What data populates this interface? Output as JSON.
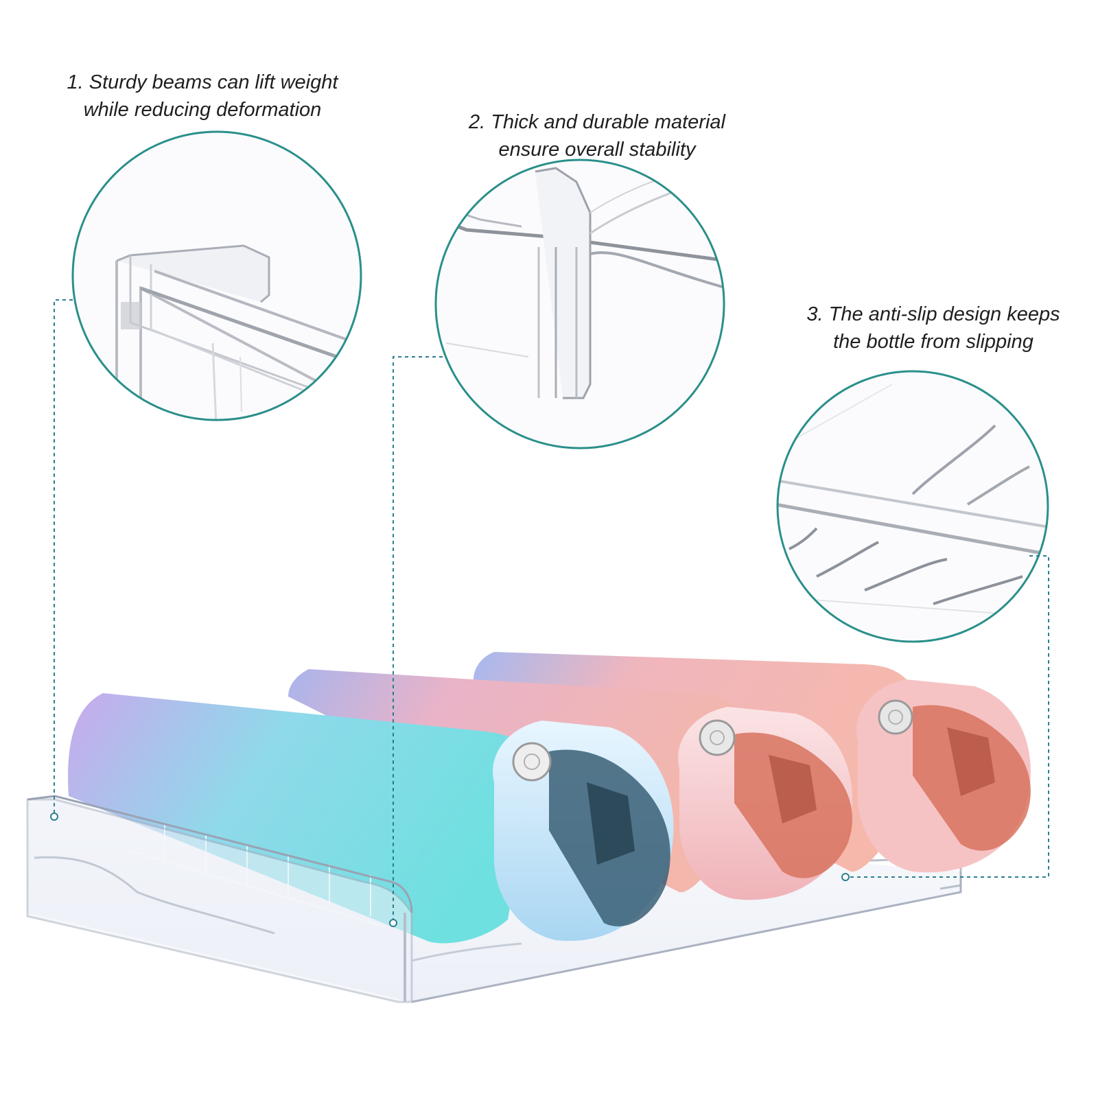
{
  "callouts": [
    {
      "id": "beams",
      "lines": [
        "1. Sturdy beams can lift weight",
        "while reducing deformation"
      ]
    },
    {
      "id": "material",
      "lines": [
        "2. Thick and durable material",
        "ensure overall stability"
      ]
    },
    {
      "id": "anti-slip",
      "lines": [
        "3. The anti-slip design keeps",
        "the bottle from slipping"
      ]
    }
  ],
  "colors": {
    "callout_ring": "#2a8f8a",
    "leader_line": "#2a7f8f",
    "bottle_teal": "#6fe0e0",
    "bottle_purple": "#c9a9ec",
    "bottle_pink": "#f2b3a8",
    "lid_blue": "#3a5f76",
    "lid_orange": "#d8735f"
  },
  "icons": [
    "detail-magnifier-circle",
    "water-bottle",
    "bottle-rack"
  ]
}
